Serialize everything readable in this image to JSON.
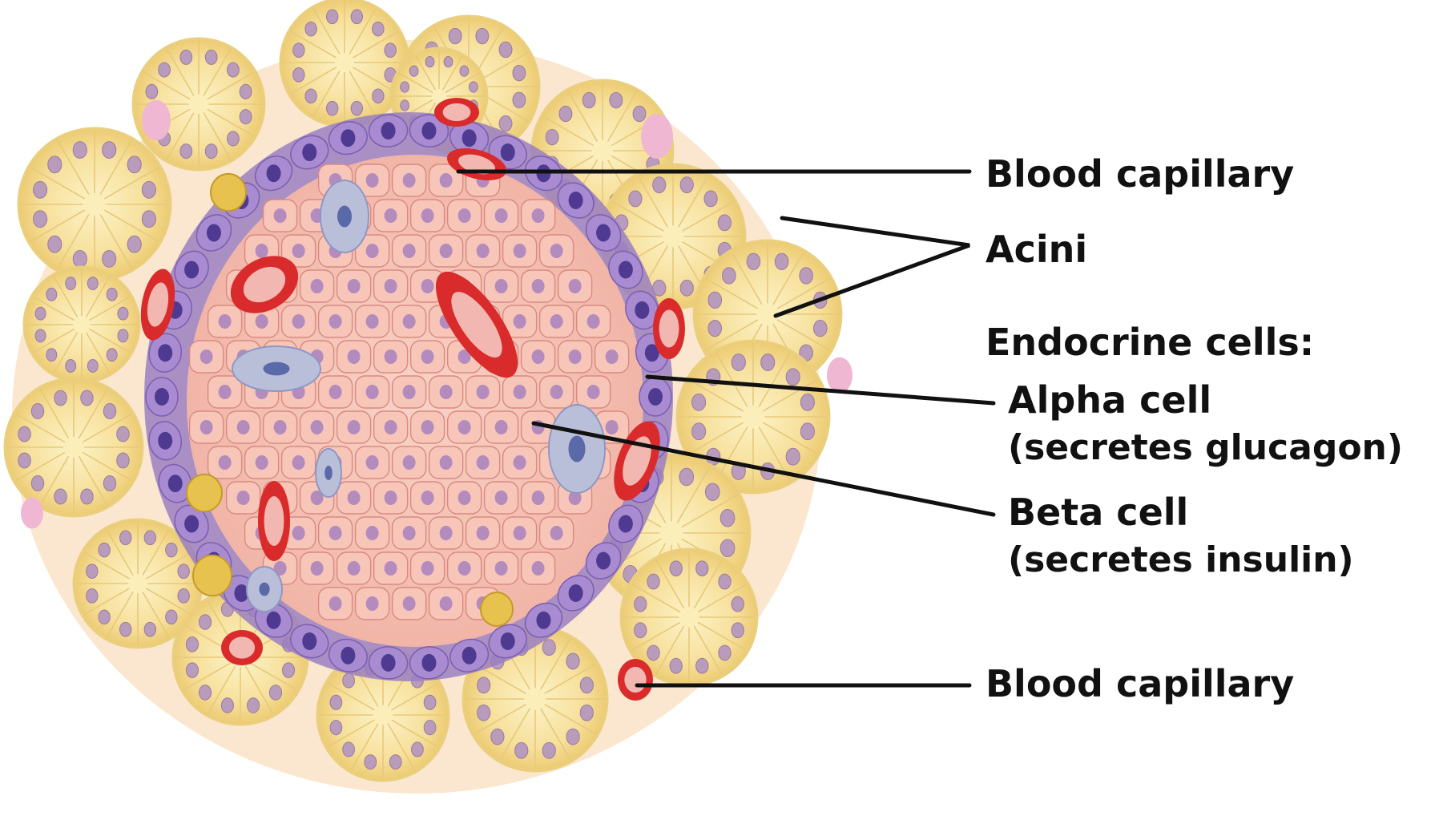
{
  "colors": {
    "acinus_fill": "#f6df9a",
    "acinus_center": "#fbeeb8",
    "acinus_stroke": "#e9cf7e",
    "acinus_nucleus": "#b99bbb",
    "islet_fill": "#f5c3b6",
    "islet_cell_line": "#d98a80",
    "beta_nucleus": "#b48bbd",
    "alpha_fill": "#9a7fc2",
    "alpha_nucleus": "#4f3a92",
    "capillary_fill": "#d92b2b",
    "capillary_inner": "#f2b7b0",
    "gray_cell": "#b9bfd8",
    "yellow_cell": "#e8c24e",
    "pink_cell": "#f0b7d2",
    "leader_line": "#111111"
  },
  "labels": {
    "blood_capillary_top": "Blood capillary",
    "acini": "Acini",
    "endocrine_cells": "Endocrine cells:",
    "alpha_cell": "Alpha cell",
    "alpha_secretes": "(secretes glucagon)",
    "beta_cell": "Beta cell",
    "beta_secretes": "(secretes insulin)",
    "blood_capillary_bottom": "Blood capillary"
  }
}
